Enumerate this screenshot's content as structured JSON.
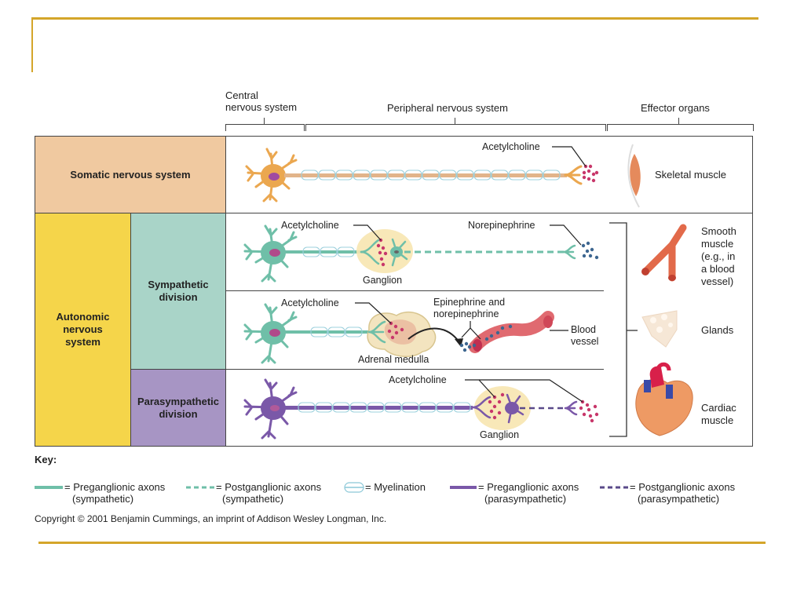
{
  "headers": {
    "cns": [
      "Central",
      "nervous system"
    ],
    "pns": "Peripheral nervous system",
    "effectors": "Effector organs"
  },
  "rows": {
    "somatic": "Somatic nervous system",
    "autonomic": [
      "Autonomic",
      "nervous",
      "system"
    ],
    "sympathetic": [
      "Sympathetic",
      "division"
    ],
    "parasympathetic": [
      "Parasympathetic",
      "division"
    ]
  },
  "labels": {
    "somatic_ach": "Acetylcholine",
    "symp_ach": "Acetylcholine",
    "symp_ne": "Norepinephrine",
    "symp_ganglion": "Ganglion",
    "adrenal_ach": "Acetylcholine",
    "adrenal_epi": [
      "Epinephrine and",
      "norepinephrine"
    ],
    "adrenal_medulla": "Adrenal medulla",
    "blood_vessel": [
      "Blood",
      "vessel"
    ],
    "para_ach": "Acetylcholine",
    "para_ganglion": "Ganglion"
  },
  "organs": {
    "skeletal": "Skeletal muscle",
    "smooth": [
      "Smooth",
      "muscle",
      "(e.g., in",
      "a blood",
      "vessel)"
    ],
    "glands": "Glands",
    "cardiac": [
      "Cardiac",
      "muscle"
    ]
  },
  "key": {
    "title": "Key:",
    "items": [
      {
        "line1": "= Preganglionic axons",
        "line2": "(sympathetic)"
      },
      {
        "line1": "= Postganglionic axons",
        "line2": "(sympathetic)"
      },
      {
        "line1": "= Myelination",
        "line2": ""
      },
      {
        "line1": "= Preganglionic axons",
        "line2": "(parasympathetic)"
      },
      {
        "line1": "= Postganglionic axons",
        "line2": "(parasympathetic)"
      }
    ]
  },
  "copyright": "Copyright © 2001 Benjamin Cummings, an imprint of Addison Wesley Longman, Inc.",
  "colors": {
    "frame": "#d4a52a",
    "somatic": "#f0c9a0",
    "autonomic": "#f5d54a",
    "sympathetic": "#a9d4c8",
    "parasympathetic": "#a795c4",
    "somatic_neuron": "#eba74f",
    "symp_neuron": "#6fbfa8",
    "para_neuron": "#7a58a8",
    "ach_dot": "#c8376a",
    "ne_dot": "#3d6690"
  }
}
